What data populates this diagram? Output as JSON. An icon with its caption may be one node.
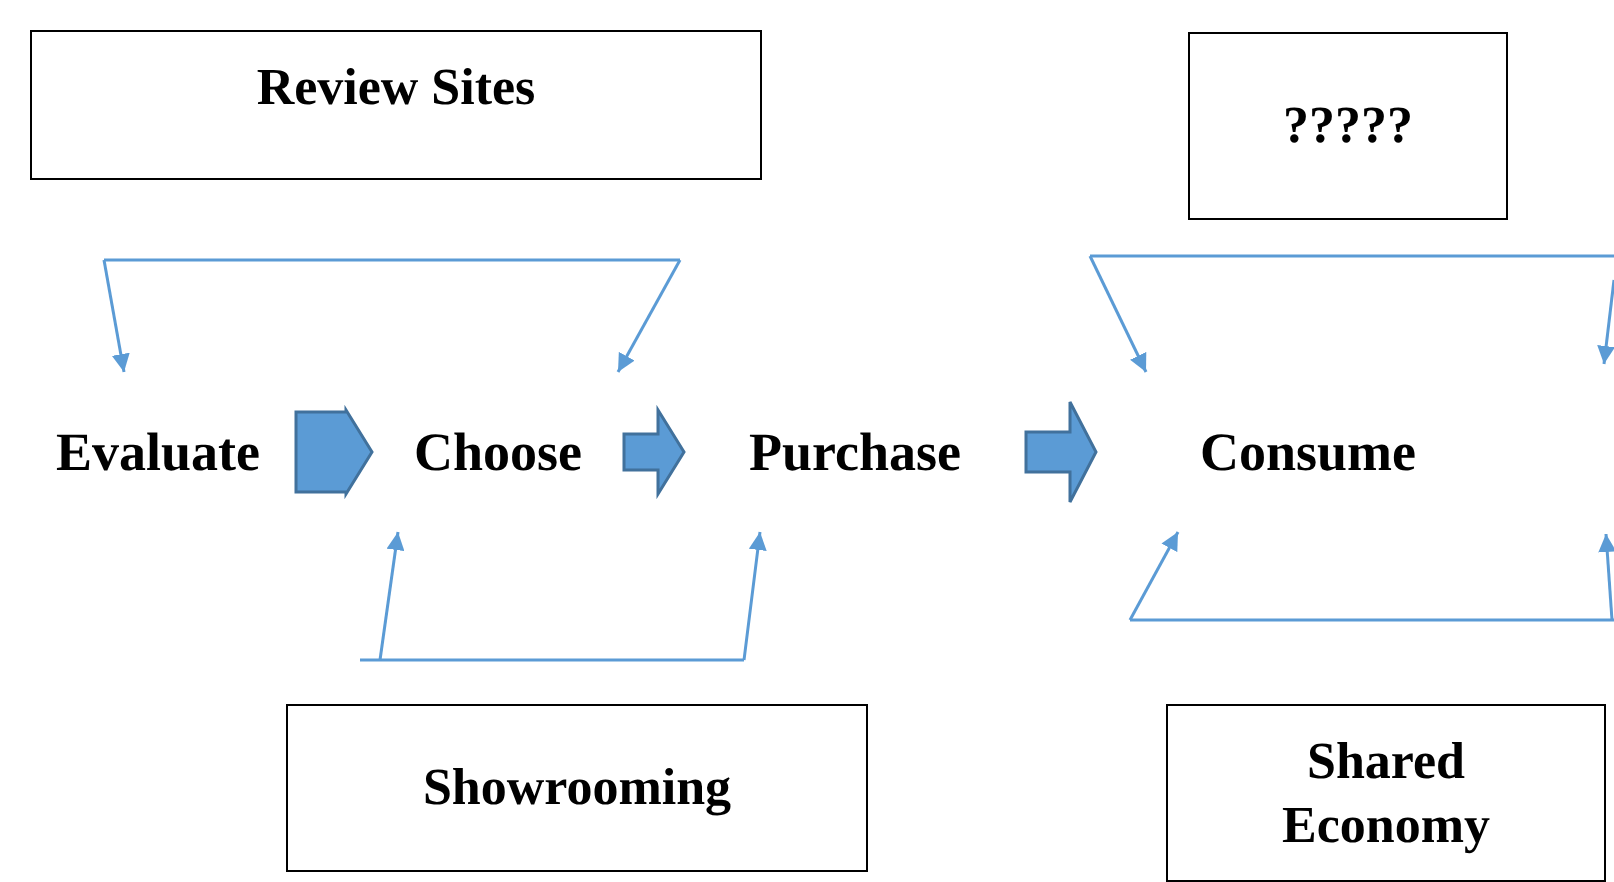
{
  "diagram": {
    "nodes": [
      {
        "text": [
          "Review Sites"
        ]
      },
      {
        "text": [
          "?????"
        ]
      },
      {
        "text": [
          "Evaluate"
        ]
      },
      {
        "text": [
          "Choose"
        ]
      },
      {
        "text": [
          "Purchase"
        ]
      },
      {
        "text": [
          "Consume"
        ]
      },
      {
        "text": [
          "Showrooming"
        ]
      },
      {
        "text": [
          "Shared Economy"
        ]
      }
    ],
    "edges": [
      {
        "from": 2,
        "to": 3,
        "arrow": "to",
        "style": "thick"
      },
      {
        "from": 3,
        "to": 4,
        "arrow": "to",
        "style": "thick"
      },
      {
        "from": 4,
        "to": 5,
        "arrow": "to",
        "style": "thick"
      },
      {
        "from": null,
        "to": 2,
        "arrow": "to"
      },
      {
        "from": null,
        "to": 3,
        "arrow": "to"
      },
      {
        "from": null,
        "to": 3,
        "arrow": "to"
      },
      {
        "from": null,
        "to": 4,
        "arrow": "to"
      },
      {
        "from": null,
        "to": 5,
        "arrow": "to"
      },
      {
        "from": null,
        "to": 5,
        "arrow": "to"
      }
    ]
  }
}
